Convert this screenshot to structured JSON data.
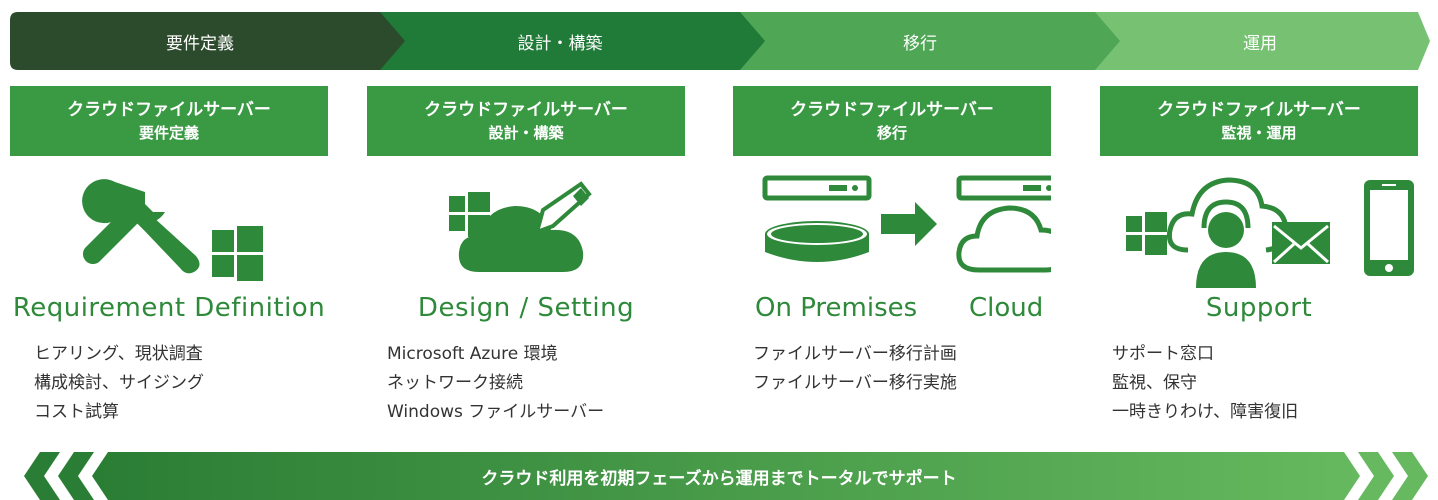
{
  "phases": [
    {
      "label": "要件定義",
      "color": "#2c4a2c"
    },
    {
      "label": "設計・構築",
      "color": "#207a38"
    },
    {
      "label": "移行",
      "color": "#4fa655"
    },
    {
      "label": "運用",
      "color": "#76c172"
    }
  ],
  "columns": [
    {
      "head_line1": "クラウドファイルサーバー",
      "head_line2": "要件定義",
      "english": "Requirement Definition",
      "icons": [
        "wrench-icon",
        "screwdriver-icon",
        "windows-logo-icon"
      ],
      "items": [
        "ヒアリング、現状調査",
        "構成検討、サイジング",
        "コスト試算"
      ]
    },
    {
      "head_line1": "クラウドファイルサーバー",
      "head_line2": "設計・構築",
      "english": "Design / Setting",
      "icons": [
        "windows-logo-icon",
        "cloud-icon",
        "pencil-icon"
      ],
      "items": [
        "Microsoft Azure 環境",
        "ネットワーク接続",
        "Windows ファイルサーバー"
      ]
    },
    {
      "head_line1": "クラウドファイルサーバー",
      "head_line2": "移行",
      "english_left": "On Premises",
      "english_right": "Cloud",
      "icons": [
        "server-icon",
        "disk-icon",
        "arrow-right-icon",
        "cloud-icon"
      ],
      "items": [
        "ファイルサーバー移行計画",
        "ファイルサーバー移行実施"
      ]
    },
    {
      "head_line1": "クラウドファイルサーバー",
      "head_line2": "監視・運用",
      "english": "Support",
      "icons": [
        "windows-logo-icon",
        "cloud-icon",
        "operator-icon",
        "mail-icon",
        "smartphone-icon"
      ],
      "items": [
        "サポート窓口",
        "監視、保守",
        "一時きりわけ、障害復旧"
      ]
    }
  ],
  "banner": {
    "text": "クラウド利用を初期フェーズから運用までトータルでサポート"
  },
  "colors": {
    "green_main": "#3a9a44",
    "green_text": "#2e8a3a",
    "banner_gradient_start": "#2a7d34",
    "banner_gradient_end": "#66b95e"
  }
}
